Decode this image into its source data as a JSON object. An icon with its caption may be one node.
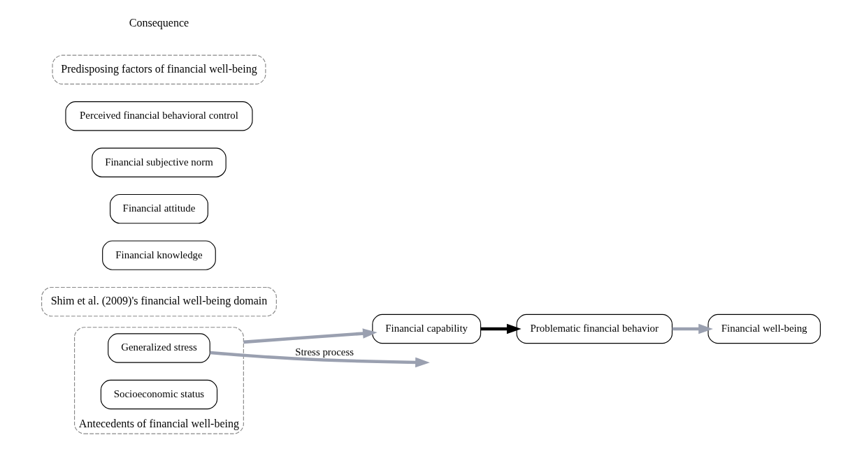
{
  "diagram": {
    "nodes": [
      {
        "text": [
          "Antecedents of financial well-being"
        ]
      },
      {
        "text": [
          "Generalized stress"
        ],
        "in": 0
      },
      {
        "text": [
          "Shim et al. (2009)'s financial well-being domain"
        ]
      },
      {
        "text": [
          "Financial knowledge"
        ]
      },
      {
        "text": [
          "Financial attitude"
        ]
      },
      {
        "text": [
          "Financial subjective norm"
        ]
      },
      {
        "text": [
          "Perceived financial behavioral control"
        ]
      },
      {
        "text": [
          "Socioeconomic status"
        ],
        "in": 0
      },
      {
        "text": [
          "Predisposing factors of financial well-being"
        ]
      },
      {
        "text": [
          "Financial capability"
        ]
      },
      {
        "text": [
          "Problematic financial behavior"
        ]
      },
      {
        "text": [
          "Financial well-being"
        ]
      }
    ],
    "edges": [
      {
        "from": 1,
        "to": null,
        "arrow": "to",
        "label": "Stress process"
      },
      {
        "from": 0,
        "to": 9,
        "arrow": "to"
      },
      {
        "from": 9,
        "to": 10,
        "arrow": "to",
        "color": "#000000"
      },
      {
        "from": 10,
        "to": 11,
        "arrow": "to"
      }
    ],
    "labels": [
      "Consequence"
    ]
  }
}
